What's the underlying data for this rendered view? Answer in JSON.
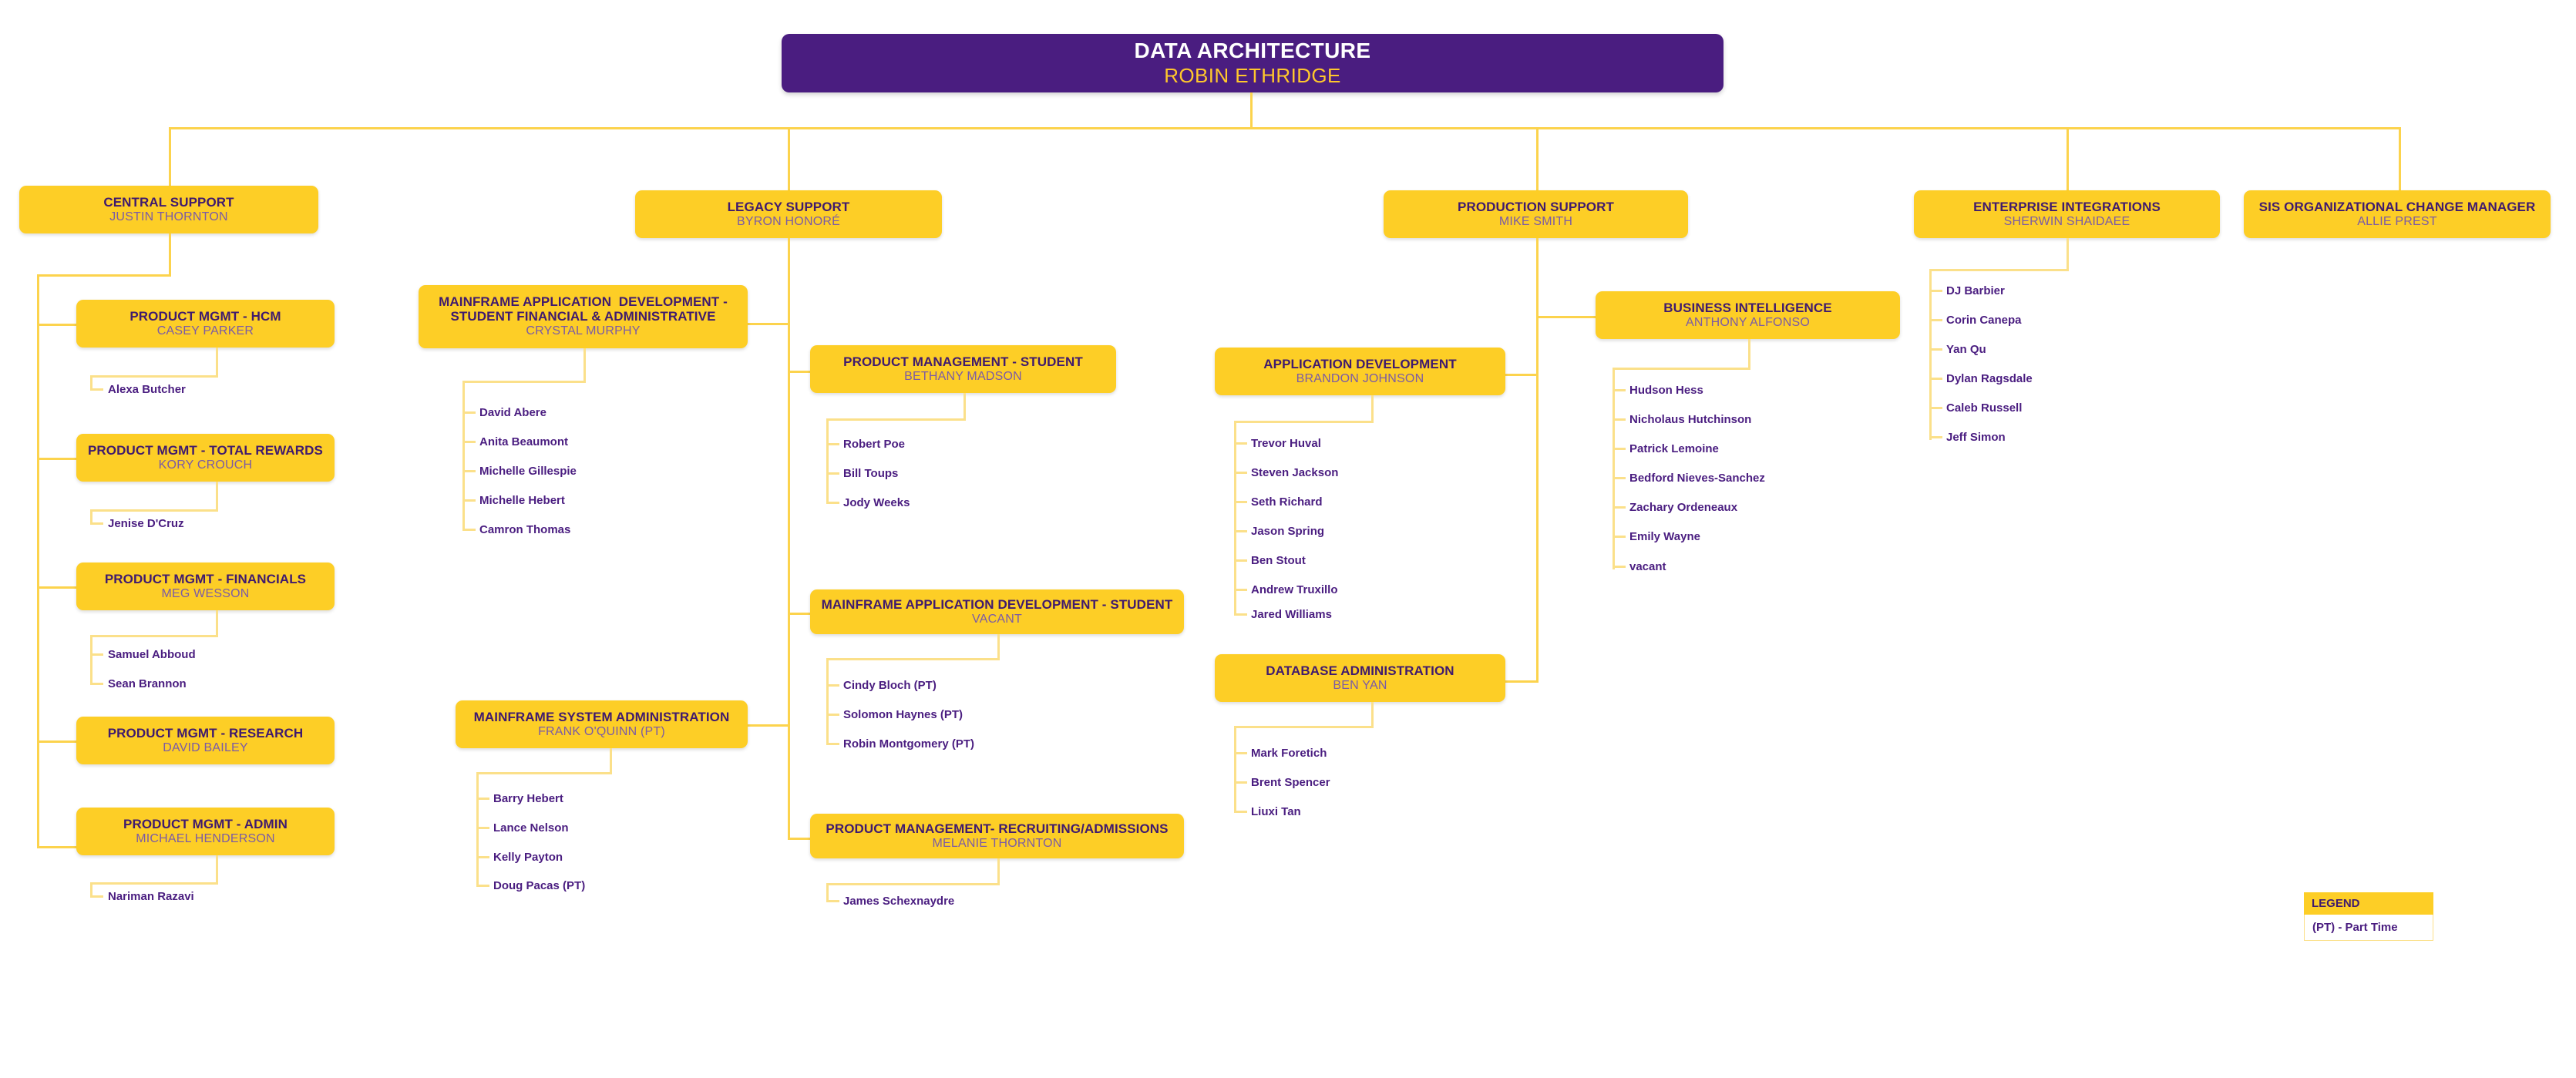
{
  "root": {
    "title": "DATA ARCHITECTURE",
    "person": "ROBIN ETHRIDGE"
  },
  "legend": {
    "header": "LEGEND",
    "entry": "(PT) - Part Time"
  },
  "colors": {
    "root_fill": "#4A1D80",
    "node_fill": "#FDCE26",
    "connector": "#FCD34D",
    "title_text": "#3F1A6E",
    "person_text": "#7B5BA6",
    "leaf_text": "#4A1D80",
    "root_title_text": "#FFFFFF",
    "root_person_text": "#FFC72C"
  },
  "divisions": {
    "central_support": {
      "title": "CENTRAL SUPPORT",
      "person": "JUSTIN THORNTON",
      "children": [
        {
          "title": "PRODUCT MGMT - HCM",
          "person": "CASEY PARKER",
          "staff": [
            "Alexa Butcher"
          ]
        },
        {
          "title": "PRODUCT MGMT - TOTAL REWARDS",
          "person": "KORY CROUCH",
          "staff": [
            "Jenise D'Cruz"
          ]
        },
        {
          "title": "PRODUCT MGMT - FINANCIALS",
          "person": "MEG WESSON",
          "staff": [
            "Samuel Abboud",
            "Sean Brannon"
          ]
        },
        {
          "title": "PRODUCT MGMT - RESEARCH",
          "person": "DAVID BAILEY",
          "staff": []
        },
        {
          "title": "PRODUCT MGMT - ADMIN",
          "person": "MICHAEL HENDERSON",
          "staff": [
            "Nariman Razavi"
          ]
        }
      ]
    },
    "legacy_support": {
      "title": "LEGACY SUPPORT",
      "person": "BYRON HONORÉ",
      "children": [
        {
          "title_line1": "MAINFRAME APPLICATION  DEVELOPMENT -",
          "title_line2": "STUDENT FINANCIAL & ADMINISTRATIVE",
          "person": "CRYSTAL MURPHY",
          "staff": [
            "David Abere",
            "Anita Beaumont",
            "Michelle Gillespie",
            "Michelle Hebert",
            "Camron Thomas"
          ]
        },
        {
          "title": "PRODUCT MANAGEMENT - STUDENT",
          "person": "BETHANY MADSON",
          "staff": [
            "Robert Poe",
            "Bill Toups",
            "Jody Weeks"
          ]
        },
        {
          "title": "MAINFRAME APPLICATION DEVELOPMENT - STUDENT",
          "person": "VACANT",
          "staff": [
            "Cindy Bloch (PT)",
            "Solomon Haynes (PT)",
            "Robin Montgomery (PT)"
          ]
        },
        {
          "title": "MAINFRAME SYSTEM ADMINISTRATION",
          "person": "FRANK O'QUINN (PT)",
          "staff": [
            "Barry Hebert",
            "Lance Nelson",
            "Kelly Payton",
            "Doug Pacas (PT)"
          ]
        },
        {
          "title": "PRODUCT MANAGEMENT- RECRUITING/ADMISSIONS",
          "person": "MELANIE THORNTON",
          "staff": [
            "James Schexnaydre"
          ]
        }
      ]
    },
    "production_support": {
      "title": "PRODUCTION SUPPORT",
      "person": "MIKE SMITH",
      "children": [
        {
          "title": "APPLICATION DEVELOPMENT",
          "person": "BRANDON JOHNSON",
          "staff": [
            "Trevor Huval",
            "Steven Jackson",
            "Seth Richard",
            "Jason Spring",
            "Ben Stout",
            "Andrew Truxillo",
            "Jared Williams"
          ]
        },
        {
          "title": "DATABASE ADMINISTRATION",
          "person": "BEN YAN",
          "staff": [
            "Mark Foretich",
            "Brent Spencer",
            "Liuxi Tan"
          ]
        },
        {
          "title": "BUSINESS INTELLIGENCE",
          "person": "ANTHONY ALFONSO",
          "staff": [
            "Hudson Hess",
            "Nicholaus Hutchinson",
            "Patrick Lemoine",
            "Bedford Nieves-Sanchez",
            "Zachary Ordeneaux",
            "Emily Wayne",
            "vacant"
          ]
        }
      ]
    },
    "enterprise_integrations": {
      "title": "ENTERPRISE INTEGRATIONS",
      "person": "SHERWIN SHAIDAEE",
      "staff": [
        "DJ Barbier",
        "Corin Canepa",
        "Yan Qu",
        "Dylan Ragsdale",
        "Caleb Russell",
        "Jeff Simon"
      ]
    },
    "sis_change_manager": {
      "title": "SIS ORGANIZATIONAL CHANGE MANAGER",
      "person": "ALLIE PREST",
      "staff": []
    }
  }
}
